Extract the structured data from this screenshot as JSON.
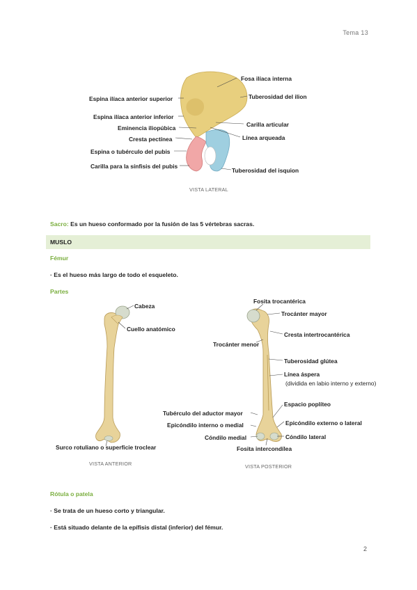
{
  "header": {
    "topic": "Tema 13"
  },
  "hip_figure": {
    "labels": {
      "fosa_iliaca_interna": "Fosa ilíaca interna",
      "tuberosidad_ilion": "Tuberosidad del ilion",
      "espina_iliaca_anterior_superior": "Espina ilíaca anterior superior",
      "espina_iliaca_anterior_inferior": "Espina ilíaca anterior inferior",
      "carilla_articular": "Carilla articular",
      "eminencia_iliopubica": "Eminencia iliopúbica",
      "linea_arqueada": "Línea arqueada",
      "cresta_pectinea": "Cresta pectínea",
      "espina_tuberculo_pubis": "Espina o tubérculo del pubis",
      "carilla_sinfisis_pubis": "Carilla para la sínfisis del pubis",
      "tuberosidad_isquion": "Tuberosidad del isquion"
    },
    "caption": "VISTA LATERAL",
    "colors": {
      "ilium": "#e8cf7e",
      "pubis": "#f1a7a7",
      "ischium": "#9fcfe0"
    }
  },
  "sacro": {
    "term": "Sacro",
    "separator": ":",
    "text": "Es un hueso conformado por la fusión de las 5 vértebras sacras."
  },
  "section": {
    "title": "MUSLO"
  },
  "femur": {
    "heading": "Fémur",
    "bullet": "· Es el hueso más largo de todo el esqueleto.",
    "parts_heading": "Partes"
  },
  "femur_anterior": {
    "labels": {
      "cabeza": "Cabeza",
      "cuello_anatomico": "Cuello anatómico",
      "surco_rotuliano": "Surco rotuliano o superficie troclear"
    },
    "caption": "VISTA ANTERIOR"
  },
  "femur_posterior": {
    "labels": {
      "fosita_trocanterica": "Fosita trocantérica",
      "trocanter_mayor": "Trocánter mayor",
      "cresta_intertrocanterica": "Cresta intertrocantérica",
      "trocanter_menor": "Trocánter menor",
      "tuberosidad_glutea": "Tuberosidad glútea",
      "linea_aspera": "Línea áspera",
      "linea_aspera_note": "(dividida en labio interno y externo)",
      "espacio_popliteo": "Espacio poplíteo",
      "tuberculo_aductor_mayor": "Tubérculo del aductor mayor",
      "epicondilo_externo": "Epicóndilo externo o lateral",
      "epicondilo_interno": "Epicóndilo interno o medial",
      "condilo_medial": "Cóndilo medial",
      "condilo_lateral": "Cóndilo lateral",
      "fosita_intercondilea": "Fosita intercondílea"
    },
    "caption": "VISTA POSTERIOR"
  },
  "rotula": {
    "heading": "Rótula o patela",
    "bullets": [
      "· Se trata de un hueso corto y triangular.",
      "· Está situado delante de la epífisis distal (inferior) del fémur."
    ]
  },
  "footer": {
    "page_number": "2"
  }
}
